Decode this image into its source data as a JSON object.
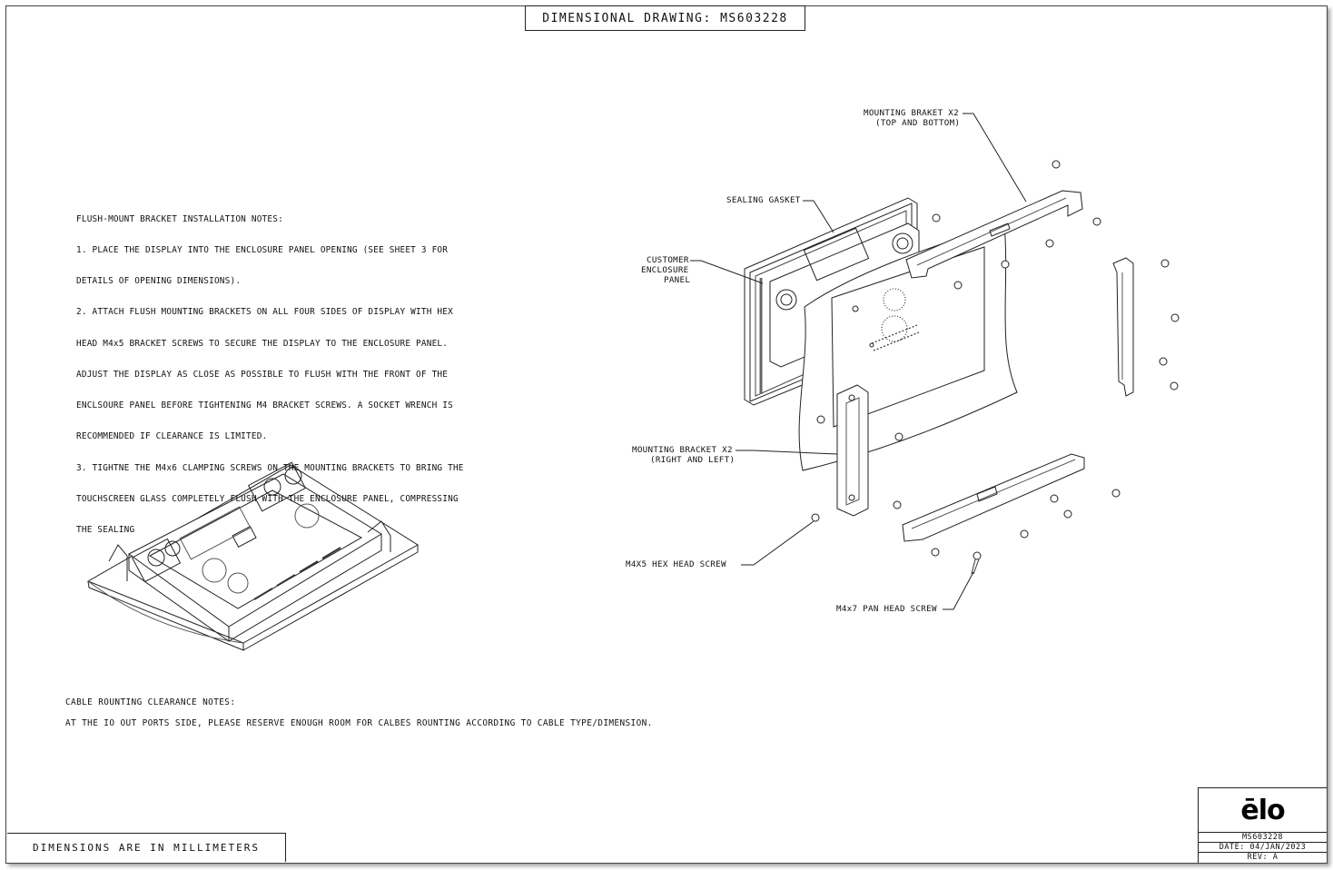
{
  "title": "DIMENSIONAL DRAWING:  MS603228",
  "notes": {
    "lines": [
      "FLUSH-MOUNT BRACKET INSTALLATION NOTES:",
      "1. PLACE THE DISPLAY INTO THE ENCLOSURE PANEL OPENING (SEE SHEET 3 FOR",
      "DETAILS OF OPENING DIMENSIONS).",
      "2. ATTACH FLUSH MOUNTING BRACKETS ON ALL FOUR SIDES OF DISPLAY WITH HEX",
      "HEAD M4x5 BRACKET SCREWS TO SECURE THE DISPLAY TO THE ENCLOSURE PANEL.",
      "ADJUST THE DISPLAY AS CLOSE AS POSSIBLE TO FLUSH WITH THE FRONT OF THE",
      "ENCLSOURE PANEL BEFORE TIGHTENING M4 BRACKET SCREWS. A SOCKET WRENCH IS",
      "RECOMMENDED IF CLEARANCE IS LIMITED.",
      "3. TIGHTNE THE M4x6 CLAMPING SCREWS ON THE MOUNTING BRACKETS TO BRING THE",
      "TOUCHSCREEN GLASS COMPLETELY FLUSH WITH THE ENCLOSURE PANEL, COMPRESSING",
      "THE SEALING"
    ]
  },
  "cable_notes": {
    "heading": "CABLE ROUNTING CLEARANCE NOTES:",
    "body": "AT THE IO OUT PORTS SIDE, PLEASE RESERVE ENOUGH ROOM FOR CALBES ROUNTING ACCORDING TO CABLE TYPE/DIMENSION."
  },
  "callouts": {
    "mounting_top_1": "MOUNTING BRAKET X2",
    "mounting_top_2": "(TOP AND BOTTOM)",
    "sealing_gasket": "SEALING GASKET",
    "customer_1": "CUSTOMER",
    "customer_2": "ENCLOSURE",
    "customer_3": "PANEL",
    "mounting_side_1": "MOUNTING BRACKET X2",
    "mounting_side_2": "(RIGHT AND LEFT)",
    "hex_screw": "M4X5 HEX HEAD SCREW",
    "pan_screw": "M4x7 PAN HEAD SCREW"
  },
  "footer": {
    "dimensions_note": "DIMENSIONS ARE IN MILLIMETERS",
    "logo_text": "ēlo",
    "part_number": "MS603228",
    "date": "DATE:  04/JAN/2023",
    "rev": "REV: A"
  }
}
